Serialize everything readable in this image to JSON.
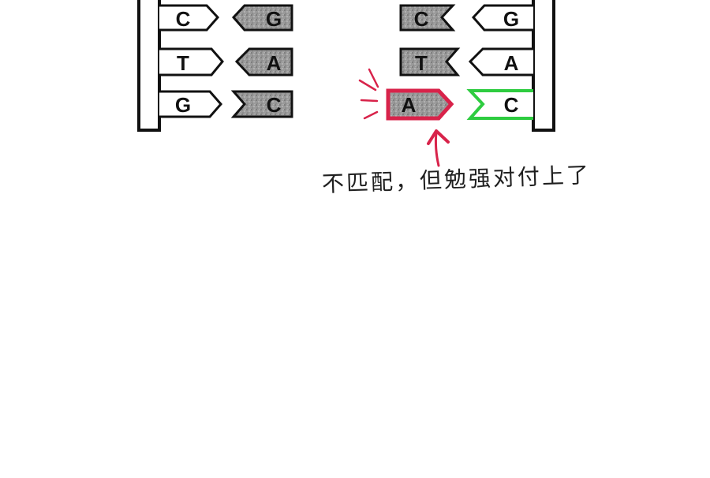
{
  "diagram": {
    "left_strand": {
      "pairs": [
        {
          "base": "C",
          "partner": "G"
        },
        {
          "base": "T",
          "partner": "A"
        },
        {
          "base": "G",
          "partner": "C"
        }
      ]
    },
    "right_strand": {
      "pairs": [
        {
          "base": "C",
          "partner": "G",
          "status": "normal"
        },
        {
          "base": "T",
          "partner": "A",
          "status": "normal"
        },
        {
          "base": "A",
          "partner": "C",
          "status": "mismatch"
        }
      ]
    },
    "caption": "不匹配，但勉强对付上了",
    "colors": {
      "outline": "#111111",
      "gray_fill": "#9a9a9a",
      "mismatch_red": "#d8234a",
      "match_green": "#2ecc40",
      "accent_marks": "#d8234a"
    }
  }
}
